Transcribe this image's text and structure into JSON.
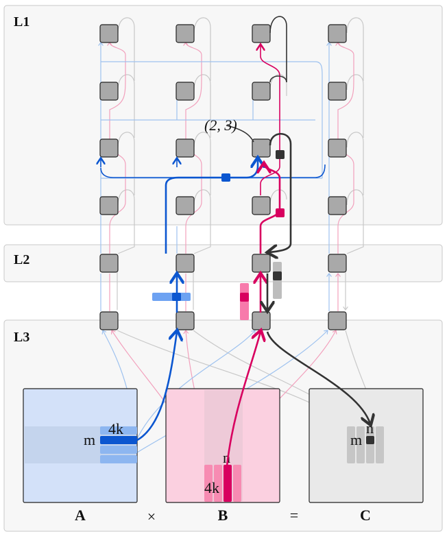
{
  "levels": {
    "l1": "L1",
    "l2": "L2",
    "l3": "L3"
  },
  "annotation": "(2, 3)",
  "matrices": {
    "a": {
      "name": "A",
      "row_label": "m",
      "col_label": "4k"
    },
    "b": {
      "name": "B",
      "row_label": "n",
      "col_label": "4k"
    },
    "c": {
      "name": "C",
      "row_label": "m",
      "col_label": "n"
    }
  },
  "operators": {
    "times": "×",
    "equals": "="
  },
  "colors": {
    "panel_bg": "#f7f7f7",
    "panel_border": "#c8c8c8",
    "node_fill": "#a9a9a9",
    "node_stroke": "#222222",
    "blue": "#0b56d0",
    "blue_light": "#9ec2ef",
    "pink": "#d8005f",
    "pink_light": "#f2a0bc",
    "dark": "#333333",
    "gray_light": "#c8c8c8",
    "matrix_a": "#d3e1f9",
    "matrix_b": "#fbd0e0",
    "matrix_c": "#e9e9e9"
  }
}
